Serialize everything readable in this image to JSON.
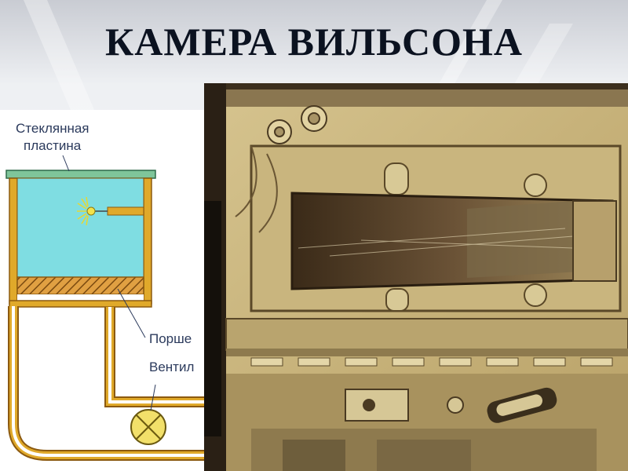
{
  "slide": {
    "title": "КАМЕРА ВИЛЬСОНА",
    "colors": {
      "title": "#0b1220",
      "chamber_fill": "#7fdde2",
      "frame_yellow": "#e0a92a",
      "frame_stroke": "#8c5a10",
      "piston_fill": "#d98b1f",
      "label_text": "#2b3a5c",
      "glass_plate": "#7fc59a"
    }
  },
  "diagram": {
    "labels": {
      "glass_line1": "Стеклянная",
      "glass_line2": "пластина",
      "piston": "Порше",
      "valve": "Вентил"
    },
    "icons": [
      "glass-plate",
      "chamber",
      "radioactive-source",
      "piston",
      "valve",
      "pipe"
    ]
  },
  "photo": {
    "subject": "cloud-chamber-apparatus-photo"
  }
}
